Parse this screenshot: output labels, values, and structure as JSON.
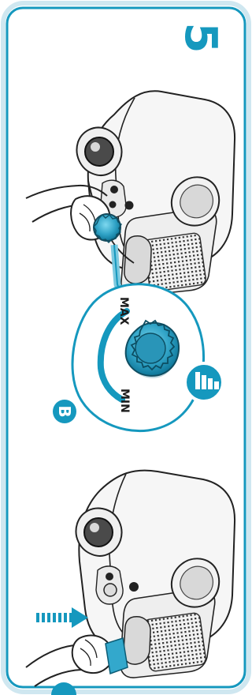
{
  "step": {
    "number": "5"
  },
  "panels": [
    {
      "badge": "B",
      "control_labels": {
        "max": "MAX",
        "min": "MIN"
      },
      "icons": [
        "projector-icon",
        "hand-icon",
        "zoom-knob-icon",
        "zoom-scale-icon"
      ]
    },
    {
      "icons": [
        "projector-icon",
        "hand-icon",
        "push-arrow-icon"
      ]
    }
  ],
  "colors": {
    "accent": "#1598be",
    "frame": "#cfe7f0",
    "line": "#222222",
    "light_fill": "#f6f6f6",
    "mid_fill": "#d9d9d9",
    "dark_fill": "#4a4a4a"
  }
}
